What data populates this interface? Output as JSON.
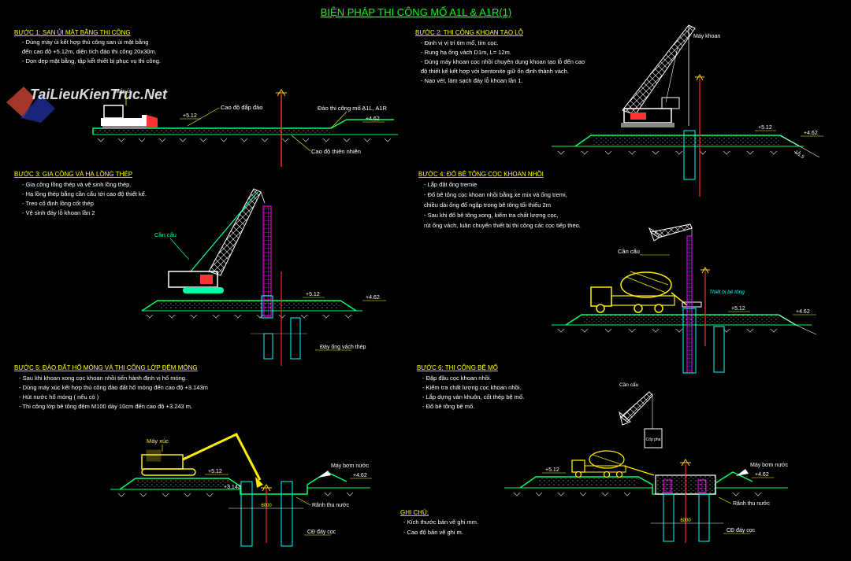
{
  "title": "BIỆN PHÁP THI CÔNG MỐ A1L & A1R(1)",
  "watermark": "TaiLieuKienTruc.Net",
  "colors": {
    "title": "#00ff00",
    "heading": "#ffff00",
    "text": "#ffffff",
    "ground": "#00ff66",
    "crane": "#ffffff",
    "crane_cyan": "#00ffaa",
    "pile": "#ff00ff",
    "axis": "#ff2a2a",
    "cyan": "#00ffff",
    "vehicle": "#ffee00",
    "label": "#ffffff"
  },
  "steps": [
    {
      "heading": "BƯỚC 1: SAN ỦI MẶT BẰNG THI CÔNG",
      "lines": [
        "- Dùng máy ủi kết hợp thủ công san ủi mặt bằng",
        "  đến cao độ +5.12m, diện tích đảo thi công 20x30m.",
        "- Dọn dẹp mặt bằng, tập kết thiết bị phục vụ thi công."
      ]
    },
    {
      "heading": "BƯỚC 2: THI CÔNG KHOAN TẠO LỖ",
      "lines": [
        "- Định vị vị trí tim mố, tim cọc.",
        "- Rung hạ ống vách D1m, L= 12m.",
        "- Dùng máy khoan cọc nhồi chuyên dụng khoan tạo lỗ đến cao",
        "  độ thiết kế kết hợp với bentonite giữ ổn định thành vách.",
        "- Nạo vét, làm sạch đáy lỗ khoan lần 1."
      ]
    },
    {
      "heading": "BƯỚC 3: GIA CÔNG VÀ HẠ LỒNG THÉP",
      "lines": [
        "- Gia công lồng thép và vệ sinh lồng thép.",
        "- Hạ lồng thép bằng cần cẩu tới cao độ thiết kế.",
        "- Treo cố định lồng cốt thép",
        "- Vệ sinh đáy lỗ khoan lần 2"
      ]
    },
    {
      "heading": "BƯỚC 4: ĐỔ BÊ TÔNG CỌC KHOAN NHỒI",
      "lines": [
        "- Lắp đặt ống tremie",
        "- Đổ bê tông cọc khoan nhồi bằng xe mix và ống tremi,",
        "  chiều dài ống đổ ngập trong bê tông tối thiểu 2m",
        "- Sau khi đổ bê tông xong, kiểm tra chất lượng cọc,",
        "  rút ống vách, luân chuyển thiết bị thi công các cọc tiếp theo."
      ]
    },
    {
      "heading": "BƯỚC 5: ĐÀO ĐẤT HỐ MÓNG VÀ THI CÔNG LỚP ĐỆM MÓNG",
      "lines": [
        "- Sau khi khoan xong cọc khoan nhồi tiến hành định vị hố móng.",
        "- Dùng máy xúc kết hợp thủ công đào đất hố móng đến cao độ +3.143m",
        "- Hút nước hố móng ( nếu có )",
        "- Thi công lớp bê tông đệm M100 dày 10cm đến cao độ +3.243 m."
      ]
    },
    {
      "heading": "BƯỚC 6: THI CÔNG BỆ MỐ",
      "lines": [
        "- Đập đầu cọc khoan nhồi.",
        "- Kiểm tra chất lượng cọc khoan nhồi.",
        "- Lắp dựng ván khuôn, cốt thép bệ mố.",
        "- Đổ bê tông bệ mố."
      ]
    }
  ],
  "notes": {
    "heading": "GHI CHÚ:",
    "lines": [
      "- Kích thước bản vẽ ghi mm.",
      "- Cao độ bản vẽ ghi m."
    ]
  },
  "labels": {
    "may_ui": "Máy ủi",
    "cao_do_dap_dao": "Cao độ đắp đảo",
    "dao_thi_cong": "Đảo thi công mố A1L, A1R",
    "cao_do_thien_nhien": "Cao độ thiên nhiên",
    "el_512": "+5.12",
    "el_462": "+4.62",
    "el_3143": "+3.143",
    "slope": "1:1.5",
    "may_khoan": "Máy khoan",
    "can_cau": "Cần cẩu",
    "day_ong_vach": "Đáy ống vách thép",
    "tremie": "Thiết bị bê tông",
    "may_xuc": "Máy xúc",
    "may_bom": "Máy bơm nước",
    "ranh_thu_nuoc": "Rãnh thu nước",
    "cd_day_coc": "CĐ đáy cọc",
    "dim_6000": "6000",
    "coc_pha": "Cốp pha"
  }
}
